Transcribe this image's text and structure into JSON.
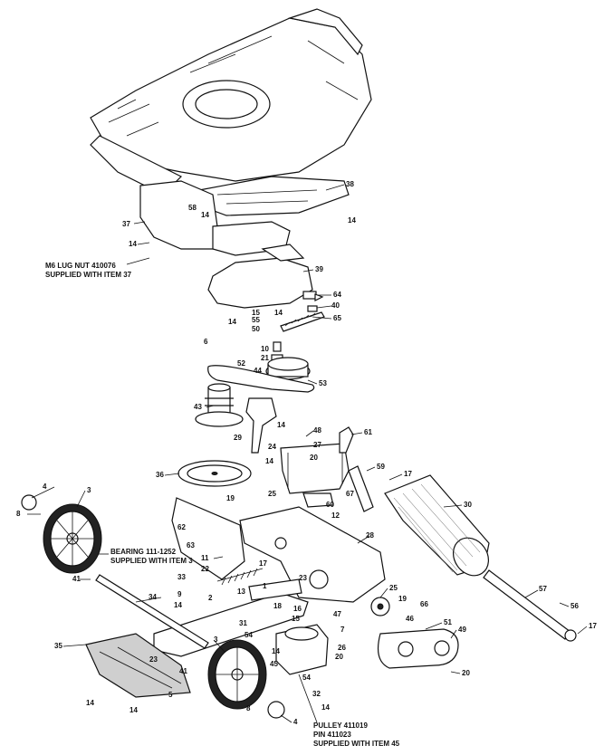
{
  "callouts": {
    "c38": "38",
    "c58": "58",
    "c14": "14",
    "c37": "37",
    "c39": "39",
    "c64": "64",
    "c40": "40",
    "c15": "15",
    "c55": "55",
    "c65": "65",
    "c50": "50",
    "c6": "6",
    "c10": "10",
    "c21": "21",
    "c52": "52",
    "c44": "44",
    "c53": "53",
    "c43": "43",
    "c48": "48",
    "c61": "61",
    "c27": "27",
    "c29": "29",
    "c24": "24",
    "c20": "20",
    "c36": "36",
    "c59": "59",
    "c17": "17",
    "c30": "30",
    "c67": "67",
    "c19": "19",
    "c25": "25",
    "c60": "60",
    "c12": "12",
    "c4": "4",
    "c3": "3",
    "c8": "8",
    "c62": "62",
    "c28": "28",
    "c63": "63",
    "c11": "11",
    "c22": "22",
    "c33": "33",
    "c41": "41",
    "c34": "34",
    "c9": "9",
    "c2": "2",
    "c13": "13",
    "c1": "1",
    "c18": "18",
    "c16": "16",
    "c31": "31",
    "c54": "54",
    "c35": "35",
    "c23": "23",
    "c26": "26",
    "c45": "45",
    "c32": "32",
    "c7": "7",
    "c47": "47",
    "c46": "46",
    "c66": "66",
    "c51": "51",
    "c49": "49",
    "c57": "57",
    "c56": "56",
    "c5": "5"
  },
  "notes": {
    "lug_nut_line1": "M6 LUG NUT 410076",
    "lug_nut_line2": "SUPPLIED WITH ITEM 37",
    "bearing_line1": "BEARING 111-1252",
    "bearing_line2": "SUPPLIED WITH ITEM 3",
    "pulley_line1": "PULLEY 411019",
    "pulley_line2": "PIN 411023",
    "pulley_line3": "SUPPLIED WITH ITEM 45"
  }
}
